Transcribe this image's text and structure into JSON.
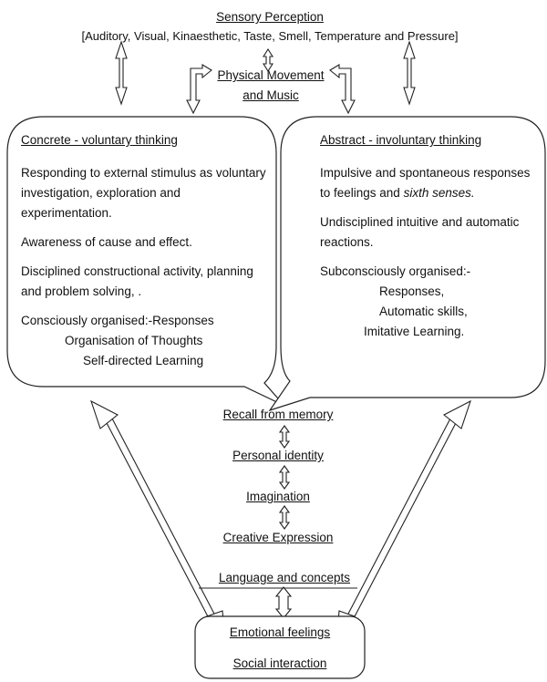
{
  "top": {
    "title": "Sensory Perception",
    "subtitle": "[Auditory, Visual, Kinaesthetic, Taste, Smell, Temperature and Pressure]"
  },
  "physical": {
    "line1": "Physical Movement",
    "line2": "and Music"
  },
  "left_box": {
    "heading": "Concrete - voluntary thinking",
    "p1": "Responding to external stimulus as voluntary investigation, exploration and experimentation.",
    "p2": "Awareness of cause and effect.",
    "p3": "Disciplined constructional activity, planning and problem solving, .",
    "list": [
      "Consciously organised:-Responses",
      "Organisation of Thoughts",
      "Self-directed Learning"
    ]
  },
  "right_box": {
    "heading": "Abstract - involuntary thinking",
    "p1_a": "Impulsive and spontaneous responses to feelings and",
    "p1_em": "sixth senses.",
    "p2": "Undisciplined intuitive and automatic reactions.",
    "list": [
      "Subconsciously organised:-",
      "Responses,",
      "Automatic skills,",
      "Imitative Learning."
    ]
  },
  "center": {
    "items": [
      "Recall from memory",
      "Personal identity",
      "Imagination",
      "Creative Expression",
      "Language and concepts"
    ]
  },
  "bottom_box": {
    "line1": "Emotional feelings",
    "line2": "Social interaction"
  }
}
